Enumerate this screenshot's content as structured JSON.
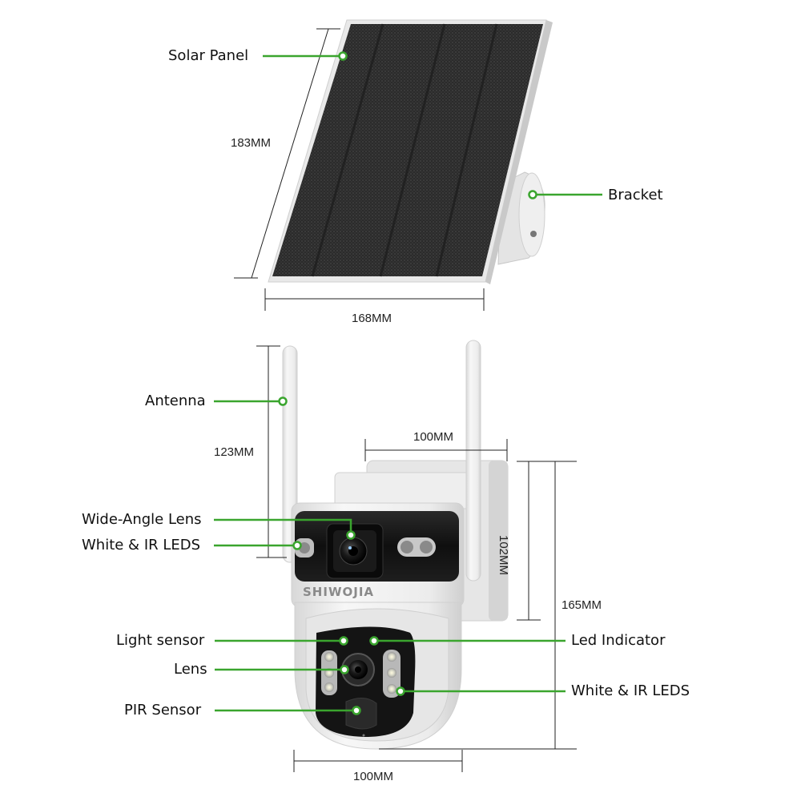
{
  "brand": "SHIWOJIA",
  "colors": {
    "callout_line": "#3aa52e",
    "callout_dot_fill": "#ffffff",
    "dimension_line": "#222222",
    "panel_dark": "#2a2a2a",
    "housing_white": "#f2f2f2",
    "camera_black": "#141414"
  },
  "solar_panel": {
    "labels": [
      {
        "id": "solar-panel",
        "text": "Solar Panel"
      },
      {
        "id": "bracket",
        "text": "Bracket"
      }
    ],
    "dimensions": {
      "height": "183MM",
      "width": "168MM"
    }
  },
  "camera": {
    "left_labels": [
      {
        "id": "antenna",
        "text": "Antenna"
      },
      {
        "id": "wide-angle-lens",
        "text": "Wide-Angle Lens"
      },
      {
        "id": "white-ir-leds-top",
        "text": "White & IR LEDS"
      },
      {
        "id": "light-sensor",
        "text": "Light sensor"
      },
      {
        "id": "lens",
        "text": "Lens"
      },
      {
        "id": "pir-sensor",
        "text": "PIR Sensor"
      }
    ],
    "right_labels": [
      {
        "id": "led-indicator",
        "text": "Led Indicator"
      },
      {
        "id": "white-ir-leds-bottom",
        "text": "White & IR LEDS"
      }
    ],
    "dimensions": {
      "antenna_height": "123MM",
      "top_width": "100MM",
      "body_height": "102MM",
      "total_height": "165MM",
      "bottom_width": "100MM"
    }
  }
}
